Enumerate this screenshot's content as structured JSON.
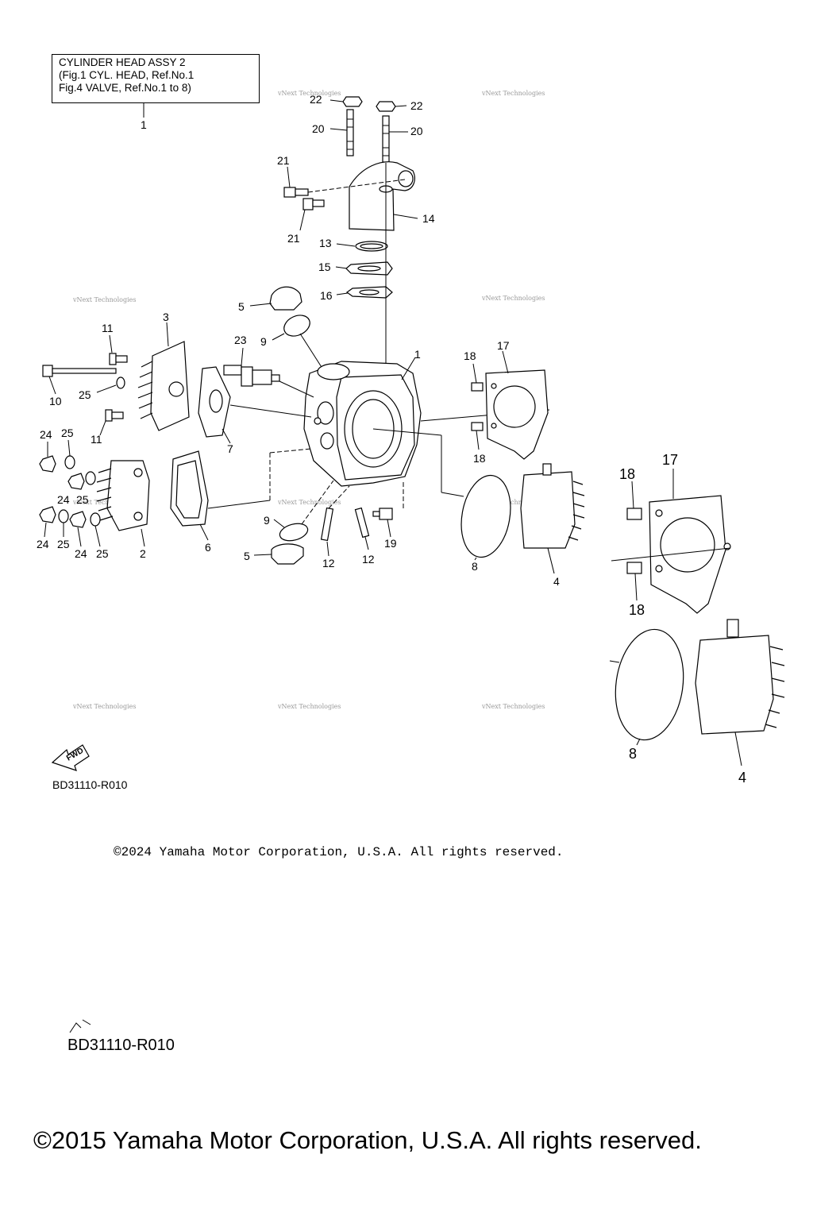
{
  "info_box": {
    "line1": "CYLINDER HEAD ASSY 2",
    "line2": "(Fig.1 CYL. HEAD, Ref.No.1",
    "line3": "Fig.4 VALVE, Ref.No.1 to 8)"
  },
  "watermark": {
    "line1": "vNext Technologies",
    "line2": "Technologies"
  },
  "fwd_label": "FWD",
  "ref_code_small": "BD31110-R010",
  "ref_code_large": "BD31110-R010",
  "copyright_small": "©2024 Yamaha Motor Corporation, U.S.A. All rights reserved.",
  "copyright_large": "©2015 Yamaha Motor Corporation, U.S.A. All rights reserved.",
  "callouts": {
    "c1_box": "1",
    "c1": "1",
    "c2": "2",
    "c3": "3",
    "c4": "4",
    "c4_large": "4",
    "c5_top": "5",
    "c5_bottom": "5",
    "c6": "6",
    "c7": "7",
    "c8": "8",
    "c8_large": "8",
    "c9_top": "9",
    "c9_bottom": "9",
    "c10": "10",
    "c11_top": "11",
    "c11_bottom": "11",
    "c12_a": "12",
    "c12_b": "12",
    "c13": "13",
    "c14": "14",
    "c15": "15",
    "c16": "16",
    "c17": "17",
    "c17_large": "17",
    "c18_top": "18",
    "c18_bottom": "18",
    "c18_large_top": "18",
    "c18_large_bottom": "18",
    "c19": "19",
    "c20_left": "20",
    "c20_right": "20",
    "c21_top": "21",
    "c21_bottom": "21",
    "c22_left": "22",
    "c22_right": "22",
    "c23": "23",
    "c24_a": "24",
    "c24_b": "24",
    "c24_c": "24",
    "c24_d": "24",
    "c25_a": "25",
    "c25_b": "25",
    "c25_c": "25",
    "c25_d": "25",
    "c25_e": "25"
  }
}
